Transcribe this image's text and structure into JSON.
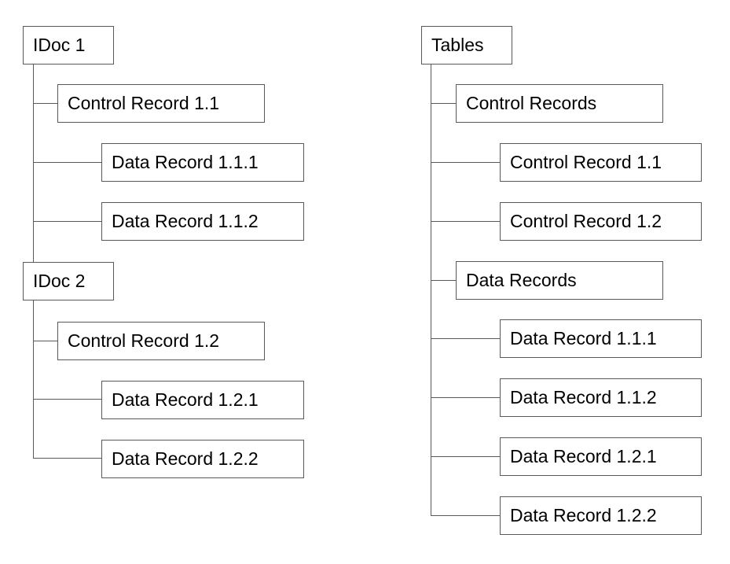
{
  "left_tree": {
    "idoc1": {
      "label": "IDoc 1",
      "control_record": "Control Record 1.1",
      "data_records": [
        "Data Record 1.1.1",
        "Data Record 1.1.2"
      ]
    },
    "idoc2": {
      "label": "IDoc 2",
      "control_record": "Control Record 1.2",
      "data_records": [
        "Data Record 1.2.1",
        "Data Record 1.2.2"
      ]
    }
  },
  "right_tree": {
    "root": "Tables",
    "control_records": {
      "label": "Control Records",
      "items": [
        "Control Record 1.1",
        "Control Record 1.2"
      ]
    },
    "data_records": {
      "label": "Data Records",
      "items": [
        "Data Record 1.1.1",
        "Data Record 1.1.2",
        "Data Record 1.2.1",
        "Data Record 1.2.2"
      ]
    }
  }
}
